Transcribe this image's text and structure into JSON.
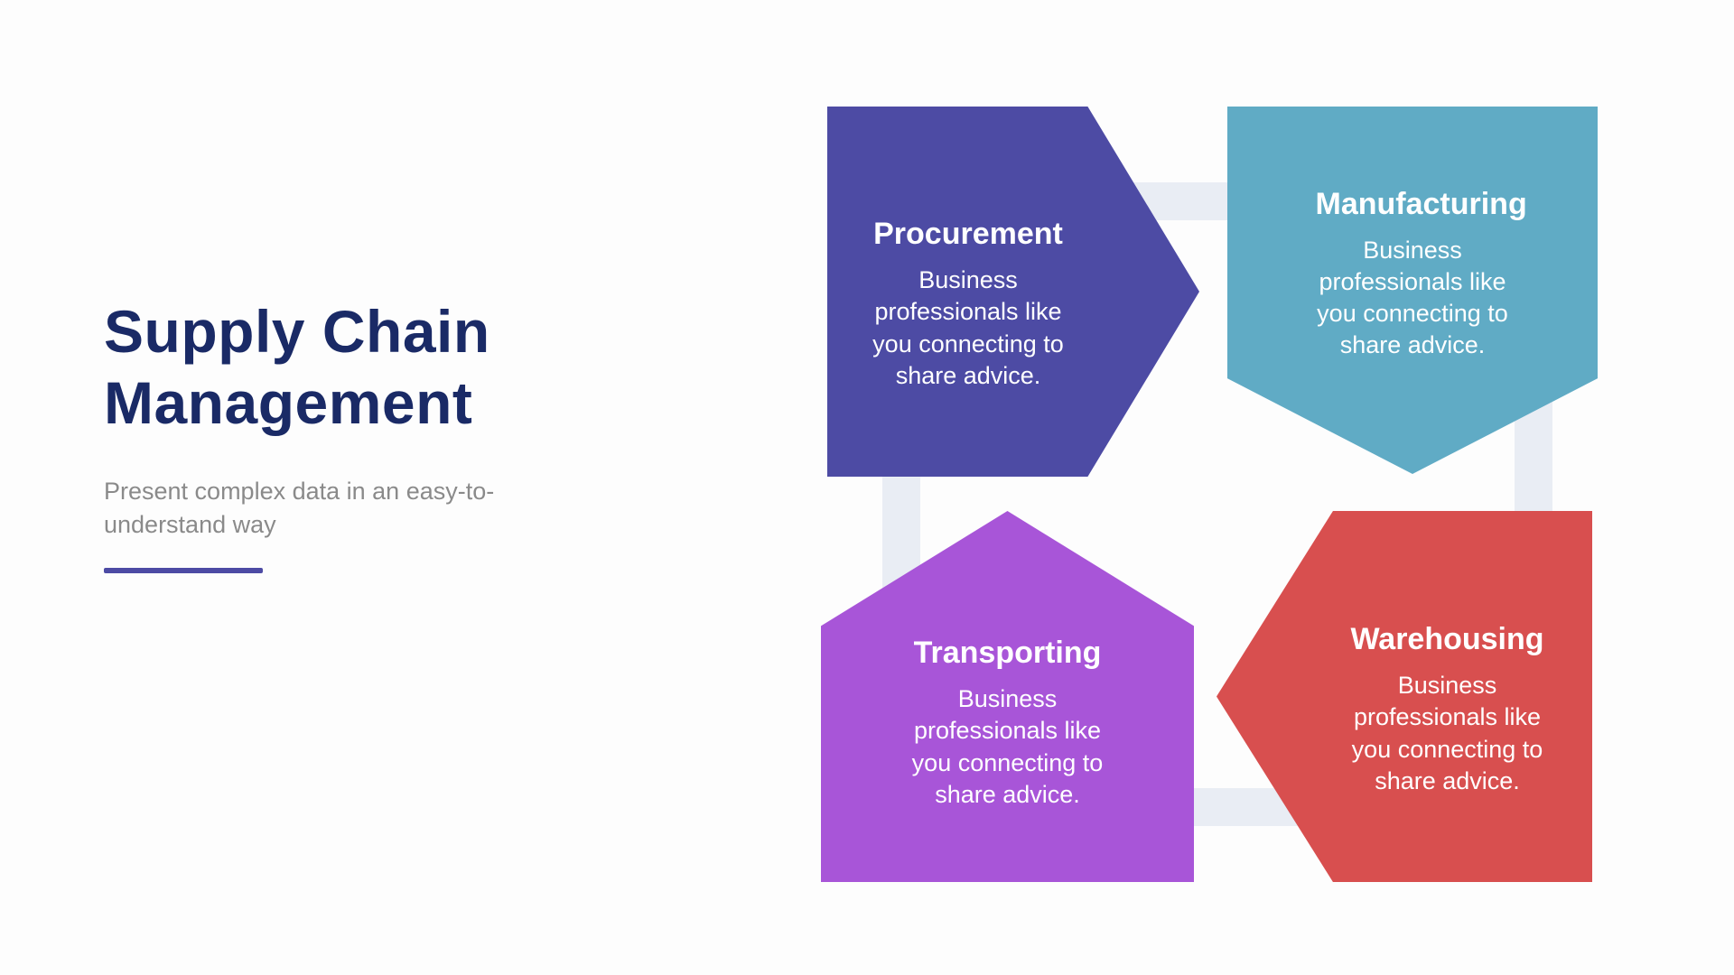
{
  "slide": {
    "title": "Supply Chain Management",
    "subtitle": "Present complex data in an easy-to-understand way",
    "colors": {
      "background": "#FDFDFD",
      "title_text": "#1A2A66",
      "subtitle_text": "#8A8A8A",
      "divider": "#4D4BA4",
      "connector": "#E9EDF4",
      "step_text": "#FFFFFF"
    }
  },
  "steps": [
    {
      "label": "Procurement",
      "body": "Business professionals like you connecting to share advice.",
      "color": "#4D4BA4",
      "arrow_direction": "right"
    },
    {
      "label": "Manufacturing",
      "body": "Business professionals like you connecting to share advice.",
      "color": "#60ABC5",
      "arrow_direction": "down"
    },
    {
      "label": "Transporting",
      "body": "Business professionals like you connecting to share advice.",
      "color": "#A855D8",
      "arrow_direction": "up"
    },
    {
      "label": "Warehousing",
      "body": "Business professionals like you connecting to share advice.",
      "color": "#D84F4F",
      "arrow_direction": "left"
    }
  ]
}
